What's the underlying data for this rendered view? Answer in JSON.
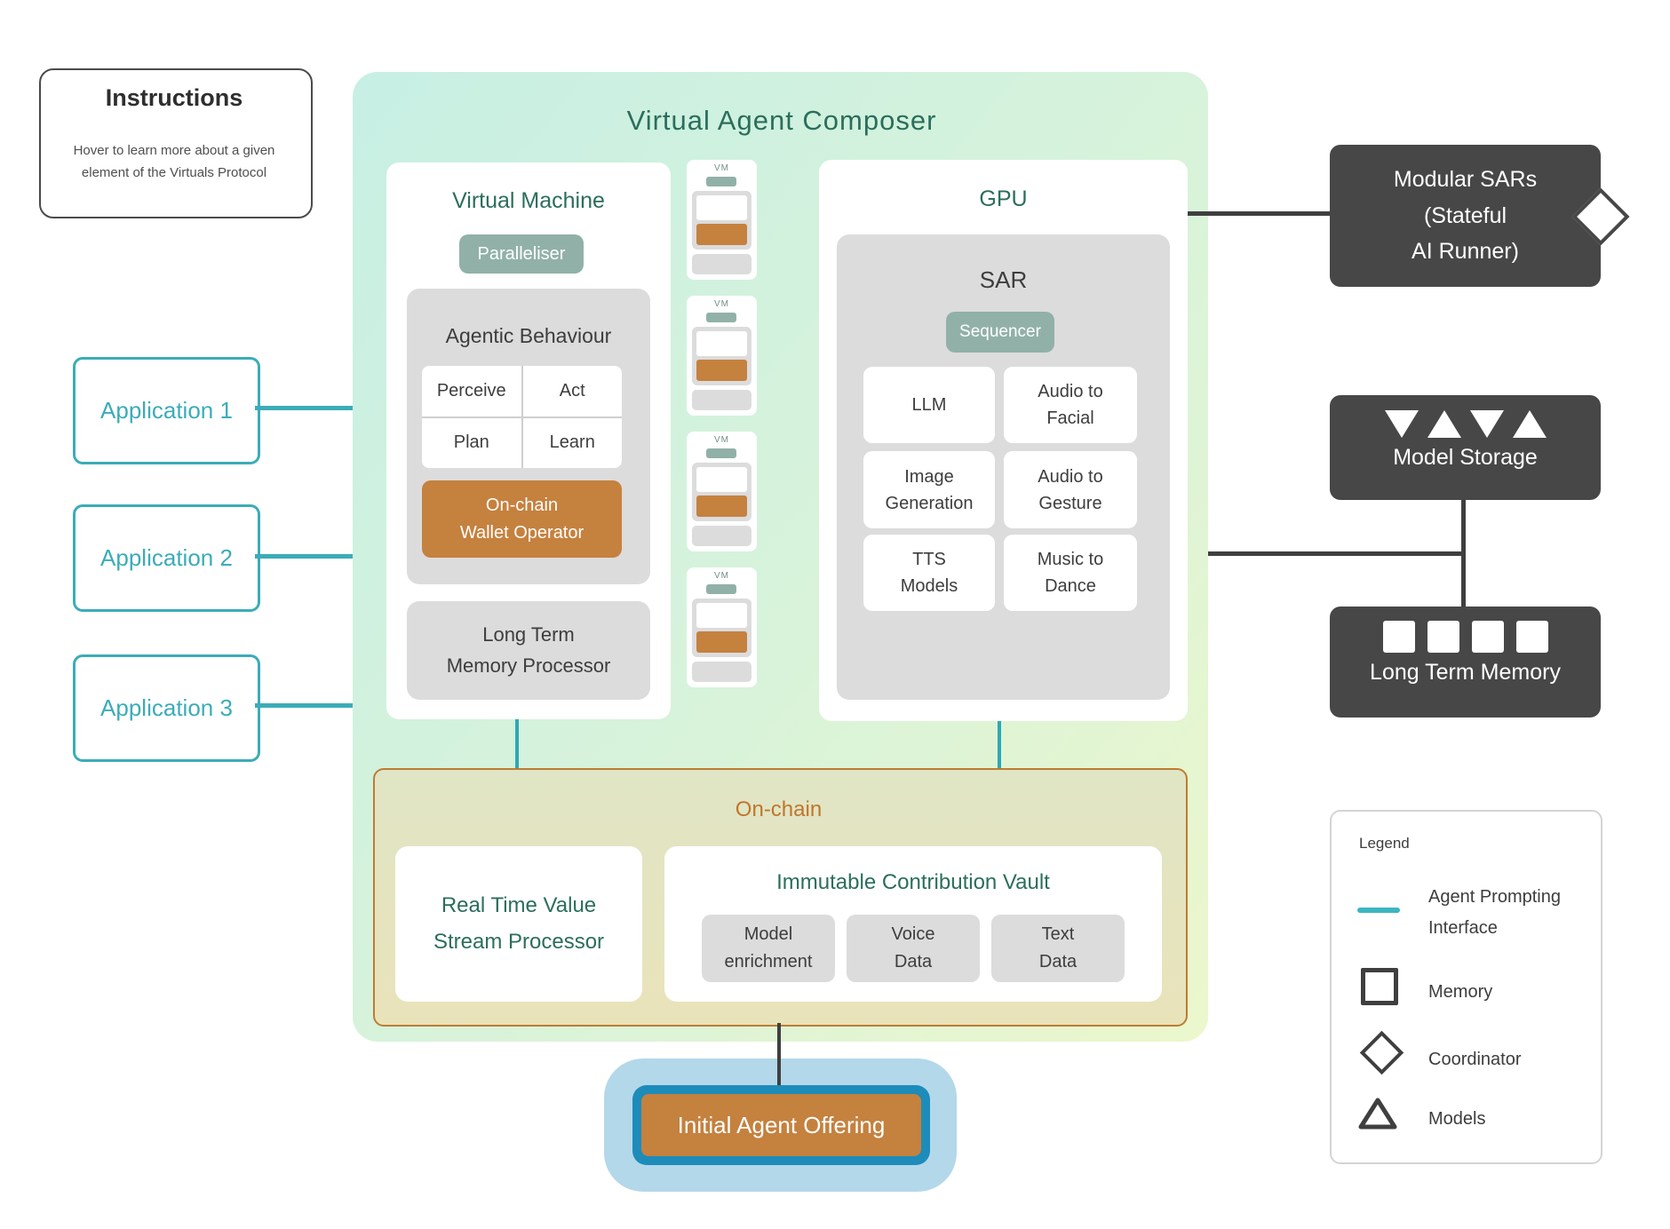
{
  "instructions": {
    "title": "Instructions",
    "line1": "Hover to learn more about a given",
    "line2": "element of the Virtuals Protocol"
  },
  "applications": [
    {
      "label": "Application 1"
    },
    {
      "label": "Application 2"
    },
    {
      "label": "Application 3"
    }
  ],
  "composer": {
    "title": "Virtual Agent Composer",
    "virtual_machine": {
      "title": "Virtual Machine",
      "badge": "Paralleliser",
      "agentic_title": "Agentic Behaviour",
      "grid": [
        "Perceive",
        "Act",
        "Plan",
        "Learn"
      ],
      "wallet": {
        "line1": "On-chain",
        "line2": "Wallet Operator"
      },
      "memory_processor": {
        "line1": "Long Term",
        "line2": "Memory Processor"
      }
    },
    "vm_card_label": "VM",
    "gpu": {
      "title": "GPU",
      "sar_title": "SAR",
      "sequencer_badge": "Sequencer",
      "cards": [
        {
          "line1": "LLM",
          "line2": ""
        },
        {
          "line1": "Audio to",
          "line2": "Facial"
        },
        {
          "line1": "Image",
          "line2": "Generation"
        },
        {
          "line1": "Audio to",
          "line2": "Gesture"
        },
        {
          "line1": "TTS",
          "line2": "Models"
        },
        {
          "line1": "Music to",
          "line2": "Dance"
        }
      ]
    },
    "onchain": {
      "label": "On-chain",
      "stream_processor": {
        "line1": "Real Time Value",
        "line2": "Stream Processor"
      },
      "vault": {
        "title": "Immutable Contribution Vault",
        "chips": [
          {
            "line1": "Model",
            "line2": "enrichment"
          },
          {
            "line1": "Voice",
            "line2": "Data"
          },
          {
            "line1": "Text",
            "line2": "Data"
          }
        ]
      }
    }
  },
  "iao": {
    "label": "Initial Agent Offering"
  },
  "right_column": {
    "modular_sars": {
      "line1": "Modular SARs",
      "line2": "(Stateful",
      "line3": "AI Runner)"
    },
    "model_storage": {
      "label": "Model Storage"
    },
    "long_term_memory": {
      "label": "Long Term Memory"
    }
  },
  "legend": {
    "title": "Legend",
    "items": [
      {
        "icon": "agent-prompting-line",
        "line1": "Agent Prompting",
        "line2": "Interface"
      },
      {
        "icon": "memory-square",
        "line1": "Memory",
        "line2": ""
      },
      {
        "icon": "coordinator-diamond",
        "line1": "Coordinator",
        "line2": ""
      },
      {
        "icon": "models-triangle",
        "line1": "Models",
        "line2": ""
      }
    ]
  },
  "colors": {
    "accent_teal": "#3cacb8",
    "dark_green_text": "#2b6e5c",
    "sage_badge": "#91b1a8",
    "orange": "#c5813e",
    "panel_gray": "#dcdcdc",
    "dark_box": "#474747",
    "onchain_border": "#bd7c33",
    "onchain_label": "#c0752c",
    "iao_outer_blue": "#b3d8e9",
    "iao_inner_blue": "#1d8cba",
    "connector_dark": "#3f3f3f"
  }
}
